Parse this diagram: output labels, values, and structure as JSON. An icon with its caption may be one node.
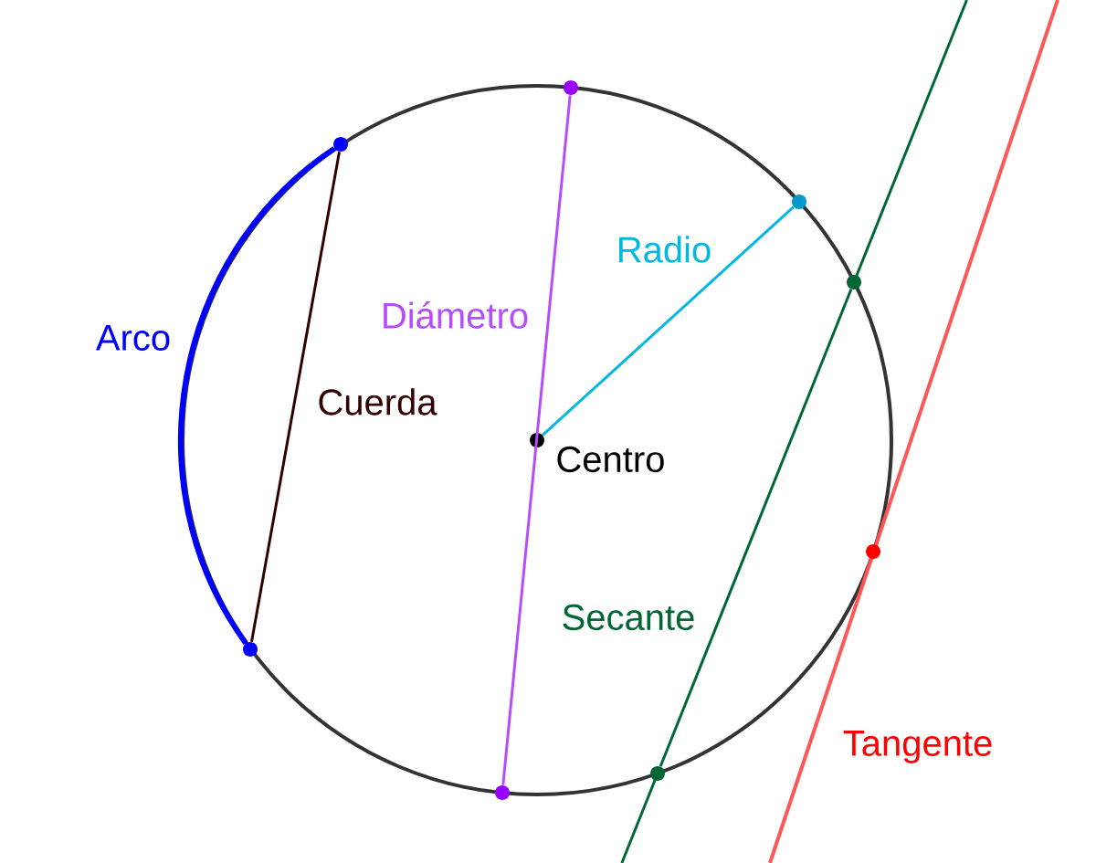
{
  "diagram": {
    "nodes": [
      {
        "text": [],
        "shape": "circle"
      },
      {
        "text": [],
        "shape": "circle"
      },
      {
        "text": [],
        "shape": "circle"
      },
      {
        "text": [],
        "shape": "circle"
      },
      {
        "text": [],
        "shape": "circle",
        "beside": [
          "Centro"
        ]
      },
      {
        "text": [],
        "shape": "circle"
      },
      {
        "text": [],
        "shape": "circle"
      },
      {
        "text": [],
        "shape": "circle"
      },
      {
        "text": [],
        "shape": "circle"
      }
    ],
    "edges": [
      {
        "from": 1,
        "to": 6,
        "arrow": "none",
        "label": "Arco",
        "style": "thick",
        "color": "#0000ff"
      },
      {
        "from": 1,
        "to": 6,
        "arrow": "none",
        "label": "Cuerda",
        "color": "#330000"
      },
      {
        "from": 0,
        "to": 8,
        "arrow": "none",
        "label": "Diámetro",
        "color": "#b74cff"
      },
      {
        "from": 4,
        "to": 2,
        "arrow": "none",
        "label": "Radio",
        "color": "#00b8e0"
      },
      {
        "from": 3,
        "to": 7,
        "arrow": "none",
        "label": "Secante",
        "color": "#006633"
      }
    ],
    "labels": [
      "Tangente"
    ]
  }
}
